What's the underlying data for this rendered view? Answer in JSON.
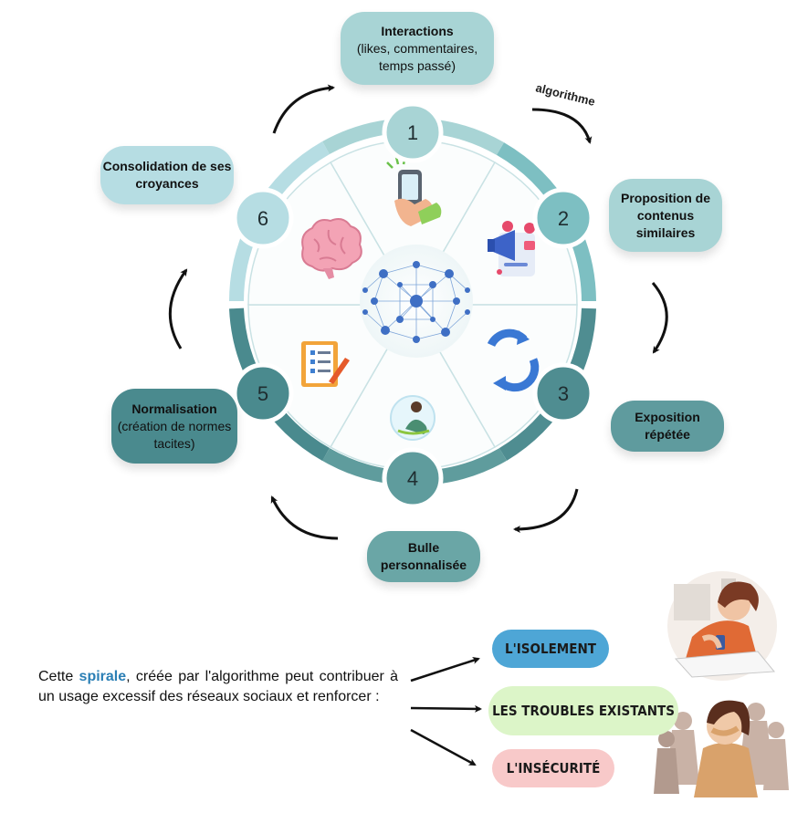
{
  "cycle_center_icon": "network-icon",
  "steps": [
    {
      "number": "1",
      "title": "Interactions",
      "detail": "(likes, commentaires, temps passé)",
      "icon": "hand-phone-icon",
      "color": "#a8d4d5"
    },
    {
      "number": "2",
      "title": "Proposition de contenus similaires",
      "detail": "",
      "icon": "megaphone-icon",
      "color": "#7dbfc2"
    },
    {
      "number": "3",
      "title": "Exposition répétée",
      "detail": "",
      "icon": "refresh-icon",
      "color": "#4f8d91"
    },
    {
      "number": "4",
      "title": "Bulle personnalisée",
      "detail": "",
      "icon": "bubble-person-icon",
      "color": "#5f9c9d"
    },
    {
      "number": "5",
      "title": "Normalisation",
      "detail": "(création de normes tacites)",
      "icon": "checklist-icon",
      "color": "#4a8a8e"
    },
    {
      "number": "6",
      "title": "Consolidation de ses croyances",
      "detail": "",
      "icon": "brain-icon",
      "color": "#b6dde3"
    }
  ],
  "algorithm_label": "algorithme",
  "caption": {
    "before": "Cette ",
    "highlight": "spirale",
    "after": ", créée par l'algorithme peut contribuer à un usage excessif des réseaux sociaux et renforcer :"
  },
  "results": [
    {
      "label": "L'ISOLEMENT",
      "color": "#4ea6d6"
    },
    {
      "label": "LES TROUBLES EXISTANTS",
      "color": "#dcf5c8"
    },
    {
      "label": "L'INSÉCURITÉ",
      "color": "#f8c9c9"
    }
  ],
  "illustrations": [
    "tired-woman-phone-illustration",
    "anxious-woman-crowd-illustration"
  ]
}
